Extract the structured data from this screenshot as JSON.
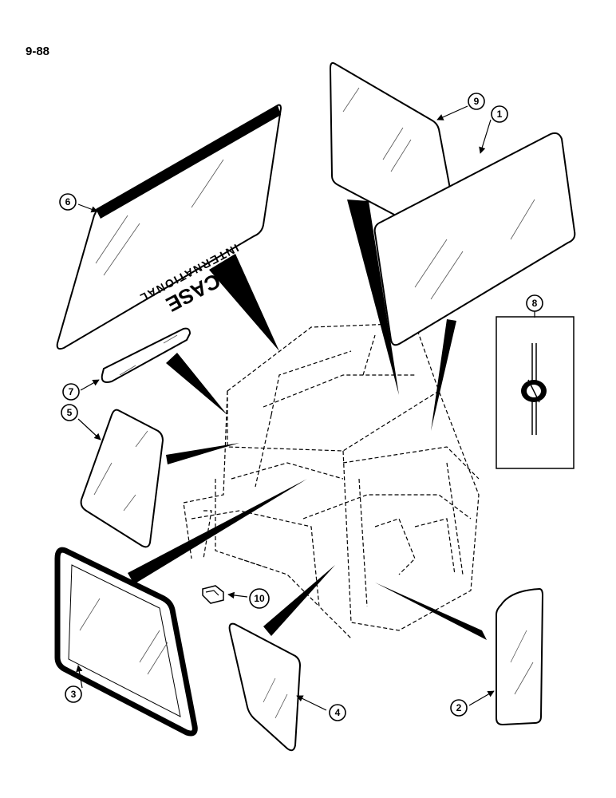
{
  "page_number": "9-88",
  "decal": {
    "brand": "CASE",
    "maker": "INTERNATIONAL"
  },
  "callouts": [
    {
      "label": "1"
    },
    {
      "label": "2"
    },
    {
      "label": "3"
    },
    {
      "label": "4"
    },
    {
      "label": "5"
    },
    {
      "label": "6"
    },
    {
      "label": "7"
    },
    {
      "label": "8"
    },
    {
      "label": "9"
    },
    {
      "label": "10"
    }
  ]
}
